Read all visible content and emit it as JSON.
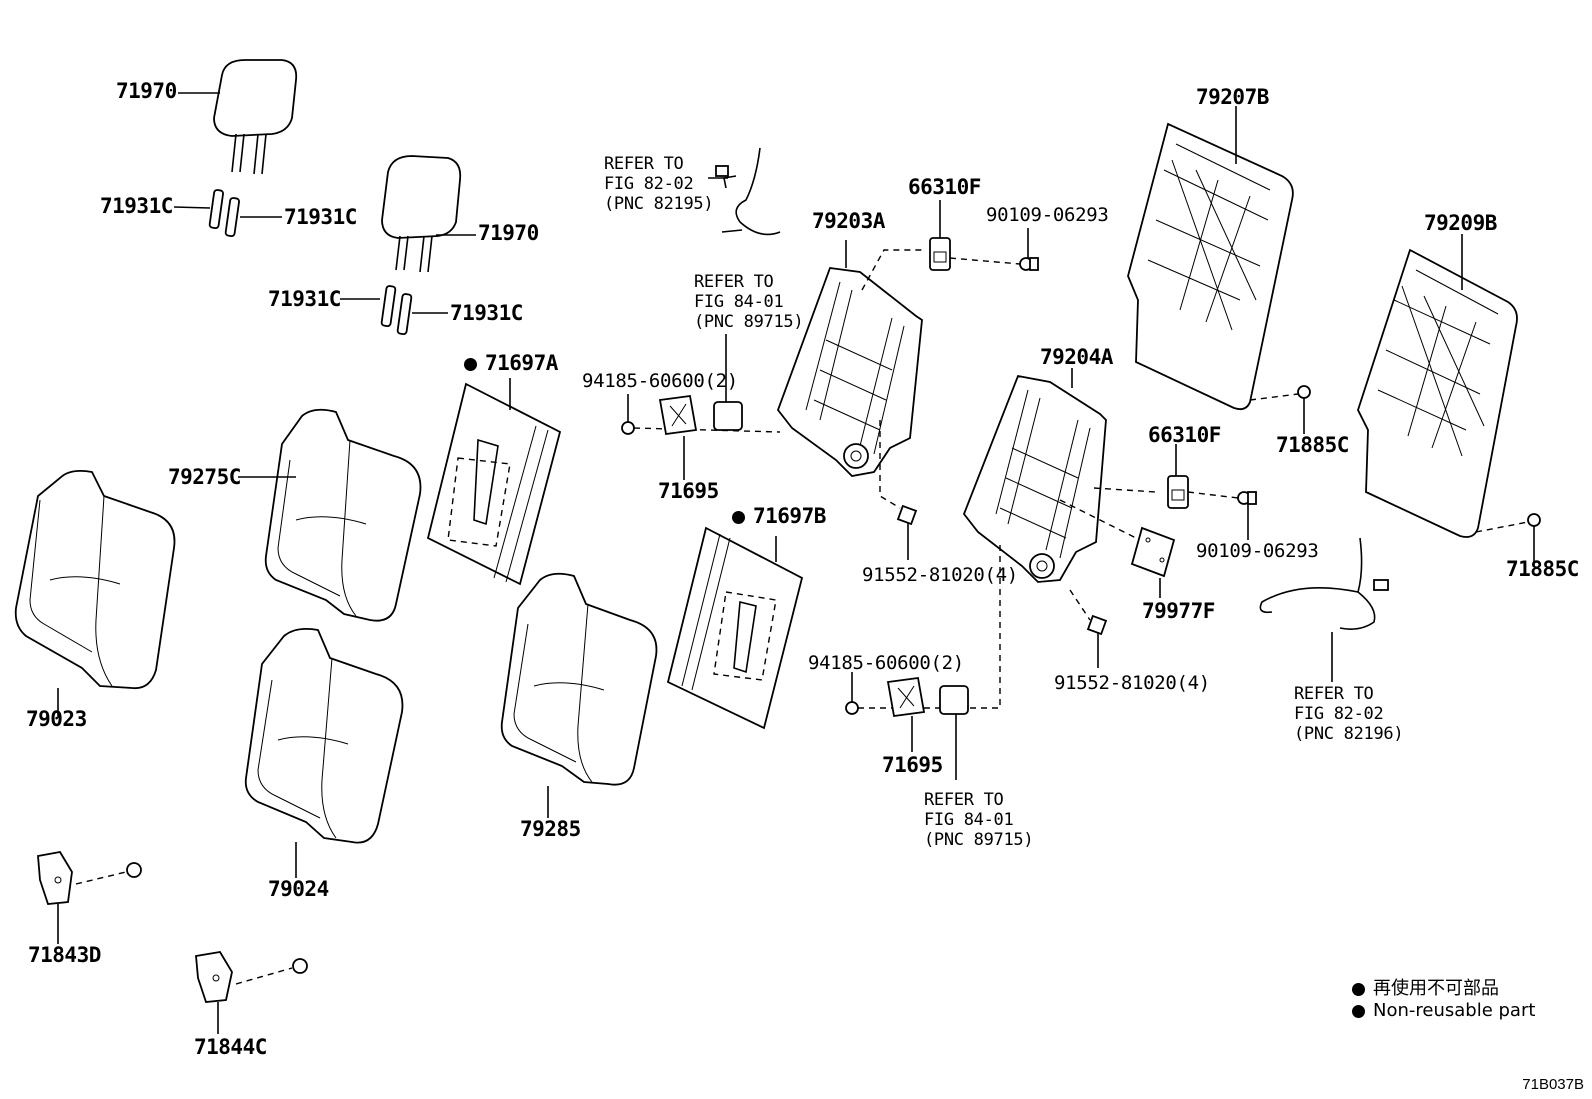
{
  "labels": {
    "hr_71970_a": "71970",
    "hr_71970_b": "71970",
    "guide_71931c_1": "71931C",
    "guide_71931c_2": "71931C",
    "guide_71931c_3": "71931C",
    "guide_71931c_4": "71931C",
    "cover_71697a": "71697A",
    "cover_71697b": "71697B",
    "pad_79275c": "79275C",
    "back_79023": "79023",
    "back_79024": "79024",
    "back_79285": "79285",
    "frame_79203a": "79203A",
    "frame_79204a": "79204A",
    "lock_66310f_a": "66310F",
    "lock_66310f_b": "66310F",
    "bolt_90109_a": "90109-06293",
    "bolt_90109_b": "90109-06293",
    "board_79207b": "79207B",
    "board_79209b": "79209B",
    "clip_71885c_a": "71885C",
    "clip_71885c_b": "71885C",
    "nut_94185_a": "94185-60600(2)",
    "nut_94185_b": "94185-60600(2)",
    "sensor_71695_a": "71695",
    "sensor_71695_b": "71695",
    "bolt_91552_a": "91552-81020(4)",
    "bolt_91552_b": "91552-81020(4)",
    "plate_79977f": "79977F",
    "hinge_71843d": "71843D",
    "hinge_71844c": "71844C"
  },
  "notes": {
    "ref_82195": [
      "REFER TO",
      "FIG 82-02",
      "(PNC 82195)"
    ],
    "ref_89715_a": [
      "REFER TO",
      "FIG 84-01",
      "(PNC 89715)"
    ],
    "ref_89715_b": [
      "REFER TO",
      "FIG 84-01",
      "(PNC 89715)"
    ],
    "ref_82196": [
      "REFER TO",
      "FIG 82-02",
      "(PNC 82196)"
    ]
  },
  "legend": {
    "line_ja": "再使用不可部品",
    "line_en": "Non-reusable part"
  },
  "figure_code": "71B037B"
}
